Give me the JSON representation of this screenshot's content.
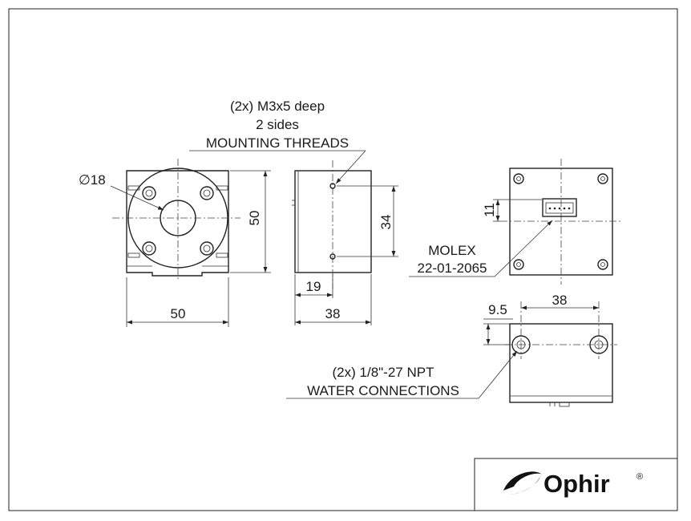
{
  "labels": {
    "mount_note_1": "(2x) M3x5 deep",
    "mount_note_2": "2 sides",
    "mount_note_3": "MOUNTING THREADS",
    "dia_label": "∅18",
    "front_height": "50",
    "front_width": "50",
    "side_thread_spacing": "34",
    "side_offset": "19",
    "side_depth": "38",
    "back_connector_offset": "11",
    "molex_1": "MOLEX",
    "molex_2": "22-01-2065",
    "water_spacing": "38",
    "water_offset": "9.5",
    "water_note_1": "(2x) 1/8\"-27 NPT",
    "water_note_2": "WATER CONNECTIONS"
  },
  "title_block": {
    "brand": "Ophir",
    "registered": "®"
  },
  "icons": {
    "logo": "ophir-swoosh-logo"
  },
  "colors": {
    "line": "#222222",
    "background": "#ffffff"
  }
}
